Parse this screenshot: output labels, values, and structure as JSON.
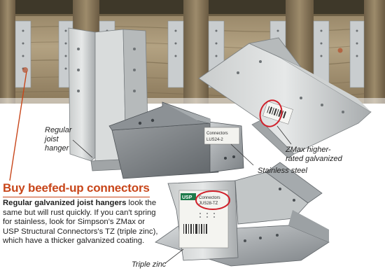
{
  "callouts": {
    "regular_hanger": [
      "Regular",
      "joist",
      "hanger"
    ],
    "zmax": [
      "ZMax higher-",
      "rated galvanized"
    ],
    "stainless": "Stainless steel",
    "triple_zinc": "Triple zinc"
  },
  "article": {
    "heading": "Buy beefed-up connectors",
    "lead": "Regular galvanized joist hangers",
    "body": " look the same but will rust quickly. If you can't spring for stainless, look for Simpson's ZMax or USP Structural Connectors's TZ (triple zinc), which have a thicker galvanized coating."
  },
  "product_labels": {
    "stainless_tag": "Connectors",
    "stainless_code": "LUS24-2",
    "triple_brand": "USP",
    "triple_tag": "Connectors",
    "triple_code": "JUS28-TZ"
  },
  "colors": {
    "accent_orange": "#c8461a",
    "highlight_red": "#d0202a",
    "wood": "#a49270"
  }
}
